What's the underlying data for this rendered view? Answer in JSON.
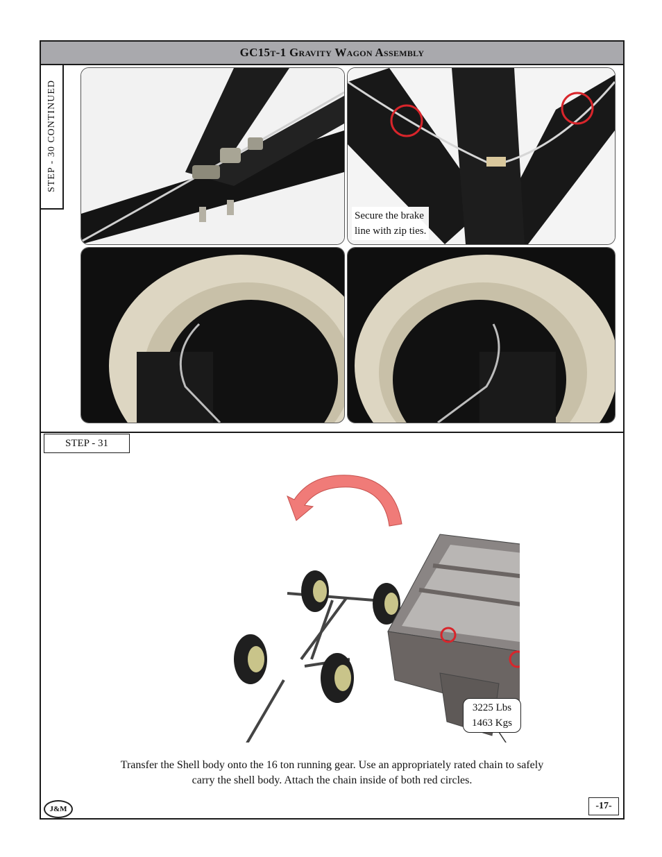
{
  "header": {
    "title_prefix": "GC15",
    "title_suffix": "t-1 Gravity Wagon Assembly"
  },
  "step30": {
    "label": "STEP - 30 CONTINUED",
    "caption_line1": "Secure the brake",
    "caption_line2": "line with zip ties."
  },
  "step31": {
    "label": "STEP - 31",
    "weight_lbs": "3225 Lbs",
    "weight_kgs": "1463 Kgs",
    "instruction_line1": "Transfer the Shell body onto the 16 ton running gear. Use an appropriately rated chain to safely",
    "instruction_line2": "carry the shell body. Attach the chain inside of both red circles."
  },
  "footer": {
    "logo": "J&M",
    "page_number": "-17-"
  },
  "colors": {
    "title_bar": "#a9a9ad",
    "highlight_circle": "#d8252b",
    "arrow": "#f07b78",
    "shell": "#6b6563"
  }
}
